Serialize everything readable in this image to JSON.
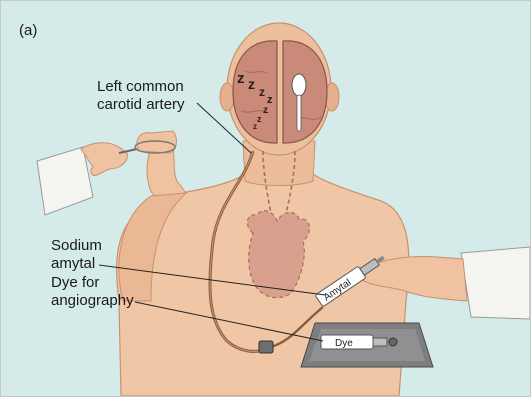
{
  "panel_label": "(a)",
  "labels": {
    "carotid_line1": "Left common",
    "carotid_line2": "carotid artery",
    "sodium_line1": "Sodium",
    "sodium_line2": "amytal",
    "dye_line1": "Dye for",
    "dye_line2": "angiography"
  },
  "syringe_labels": {
    "amytal": "Amytal",
    "dye": "Dye"
  },
  "sleep_text": "Z z z z z z z",
  "colors": {
    "background": "#d4ebea",
    "skin": "#f0c7a6",
    "skin_shadow": "#dfa886",
    "brain": "#c98a7a",
    "heart": "#d9a08d",
    "tube": "#8a5a3c",
    "tray": "#7e7e80",
    "sleeve": "#f4f4f0"
  }
}
